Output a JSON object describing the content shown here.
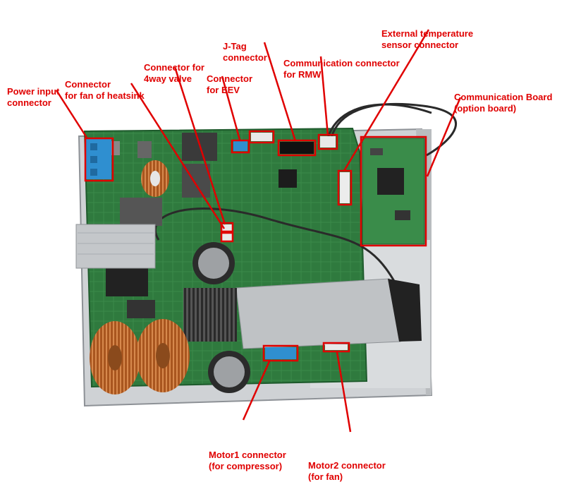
{
  "colors": {
    "annotation": "#e00000",
    "pcb": "#2f7a3e",
    "pcb_dark": "#1e5a2c",
    "chassis": "#cdd0d3",
    "heatsink": "#b9bcc0",
    "copper": "#b5612a",
    "connector_blue": "#2f8fd0"
  },
  "labels": {
    "power_input": [
      "Power input",
      "connector"
    ],
    "fan_heatsink": [
      "Connector",
      "for fan of heatsink"
    ],
    "four_way_valve": [
      "Connector for",
      "4way valve"
    ],
    "eev": [
      "Connector",
      "for EEV"
    ],
    "jtag": [
      "J-Tag",
      "connector"
    ],
    "rmw": [
      "Communication connector",
      "for RMW"
    ],
    "ext_temp": [
      "External temperature",
      "sensor connector"
    ],
    "comm_board": [
      "Communication Board",
      "(option board)"
    ],
    "motor1": [
      "Motor1 connector",
      "(for compressor)"
    ],
    "motor2": [
      "Motor2 connector",
      "(for fan)"
    ]
  }
}
